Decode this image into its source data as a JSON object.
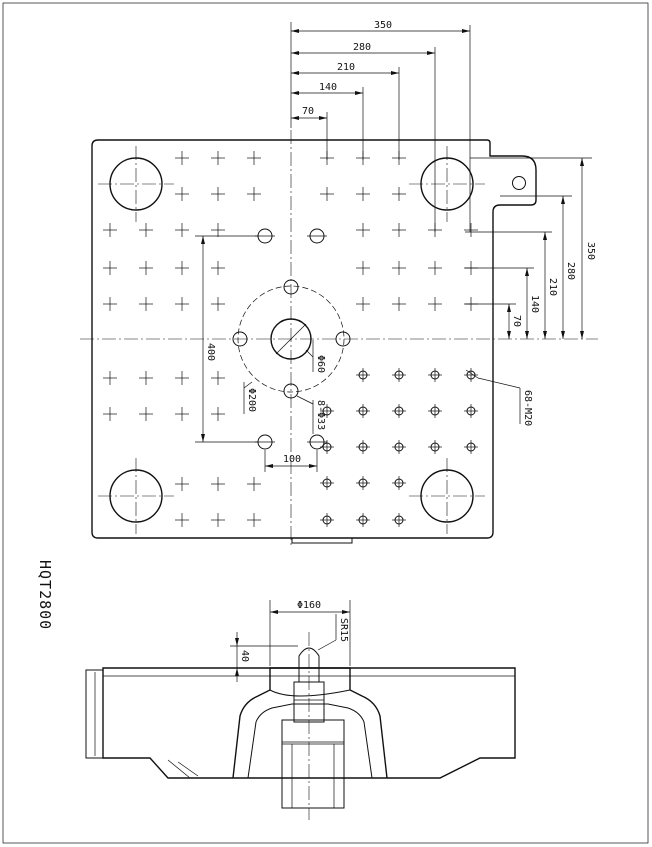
{
  "drawing": {
    "model_label": "HQT2800",
    "top_view": {
      "dim_350": "350",
      "dim_280": "280",
      "dim_210": "210",
      "dim_140": "140",
      "dim_70": "70",
      "dim_v350": "350",
      "dim_v280": "280",
      "dim_v210": "210",
      "dim_v140": "140",
      "dim_v70": "70",
      "dim_400": "400",
      "dim_100": "100",
      "dia_60": "Φ60",
      "dia_200": "Φ200",
      "holes_33": "8-Φ33",
      "threads_m20": "68-M20"
    },
    "side_view": {
      "dia_160": "Φ160",
      "sr15": "SR15",
      "dim_40": "40"
    }
  }
}
